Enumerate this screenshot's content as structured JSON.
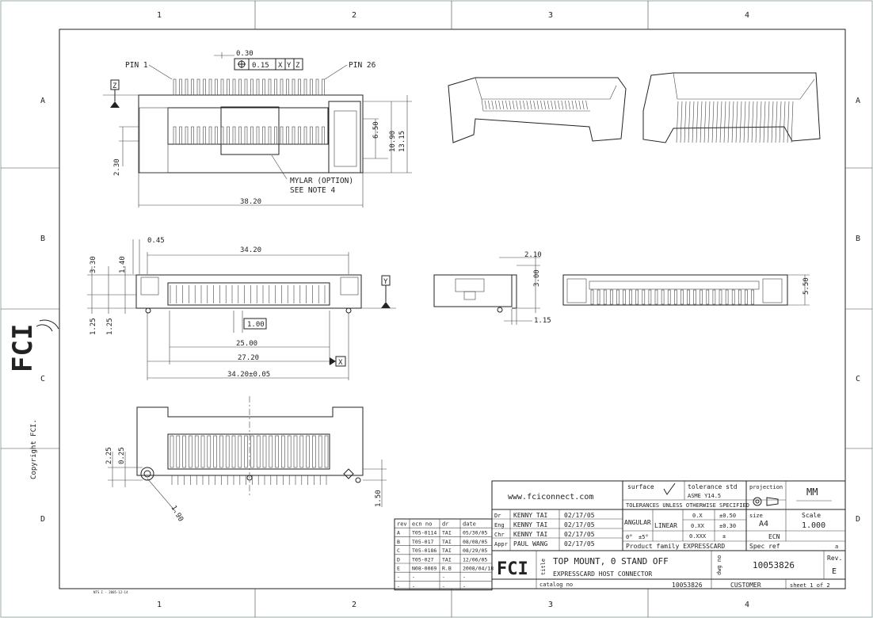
{
  "zones": {
    "cols": [
      "1",
      "2",
      "3",
      "4"
    ],
    "rows": [
      "A",
      "B",
      "C",
      "D"
    ]
  },
  "top_view": {
    "pin1": "PIN 1",
    "pin26": "PIN 26",
    "fcf_tol": "0.30",
    "fcf_tol2": "0.15",
    "fcf_x": "X",
    "fcf_y": "Y",
    "fcf_z": "Z",
    "datum_z": "Z",
    "dim_650": "6.50",
    "dim_1090": "10.90",
    "dim_1315": "13.15",
    "dim_230": "2.30",
    "dim_3820": "38.20",
    "mylar_1": "MYLAR (OPTION)",
    "mylar_2": "SEE NOTE 4"
  },
  "front_view": {
    "dim_045": "0.45",
    "dim_3420_top": "34.20",
    "dim_330": "3.30",
    "dim_140": "1.40",
    "dim_125a": "1.25",
    "dim_125b": "1.25",
    "dim_100": "1.00",
    "dim_2500": "25.00",
    "dim_2720": "27.20",
    "dim_3420_bot": "34.20±0.05",
    "datum_y": "Y",
    "datum_x": "X"
  },
  "side_view": {
    "dim_210": "2.10",
    "dim_300": "3.00",
    "dim_115": "1.15"
  },
  "rear_view": {
    "dim_550": "5.50"
  },
  "bottom_view": {
    "dim_225": "2.25",
    "dim_025": "0.25",
    "dim_150": "1.50",
    "dim_190": "1.90"
  },
  "copyright": "Copyright FCI.",
  "logo": "FCI",
  "small_note": "NTS I - 2005-12-14",
  "title_block": {
    "website": "www.fciconnect.com",
    "surface_label": "surface",
    "tolerance_label": "tolerance std",
    "asme": "ASME Y14.5",
    "projection_label": "projection",
    "units": "MM",
    "tol_note": "TOLERANCES UNLESS OTHERWISE SPECIFIED",
    "angular": "ANGULAR",
    "linear": "LINEAR",
    "ang_val": "0°",
    "ang_tol": "±5°",
    "lin_x": "0.X",
    "lin_x_tol": "±0.50",
    "lin_xx": "0.XX",
    "lin_xx_tol": "±0.30",
    "lin_xxx": "0.XXX",
    "lin_xxx_tol": "±",
    "size_label": "size",
    "size_val": "A4",
    "scale_label": "Scale",
    "scale_val": "1.000",
    "ecn_label": "ECN",
    "product_family": "Product family EXPRESSCARD",
    "spec_ref": "Spec ref",
    "spec_ref_val": "a",
    "signers": [
      {
        "role": "Dr",
        "name": "KENNY TAI",
        "date": "02/17/05"
      },
      {
        "role": "Eng",
        "name": "KENNY TAI",
        "date": "02/17/05"
      },
      {
        "role": "Chr",
        "name": "KENNY TAI",
        "date": "02/17/05"
      },
      {
        "role": "Appr",
        "name": "PAUL WANG",
        "date": "02/17/05"
      }
    ],
    "rev_headers": [
      "rev",
      "ecn no",
      "dr",
      "date"
    ],
    "revisions": [
      [
        "A",
        "T05-0114",
        "TAI",
        "05/30/05"
      ],
      [
        "B",
        "T05-017",
        "TAI",
        "08/08/05"
      ],
      [
        "C",
        "T05-0186",
        "TAI",
        "08/29/05"
      ],
      [
        "D",
        "T05-027",
        "TAI",
        "12/06/05"
      ],
      [
        "E",
        "N08-0069",
        "R.B",
        "2008/04/18"
      ],
      [
        "-",
        "-",
        "-",
        "-"
      ],
      [
        "-",
        "-",
        "-",
        "-"
      ]
    ],
    "title_label": "title",
    "title_1": "TOP MOUNT, 0 STAND OFF",
    "title_2": "EXPRESSCARD HOST CONNECTOR",
    "dwg_label": "dwg no",
    "dwg_no": "10053826",
    "rev_label": "Rev.",
    "rev": "E",
    "catalog_label": "catalog no",
    "catalog_no": "10053826",
    "customer": "CUSTOMER",
    "sheet": "sheet 1 of 2"
  }
}
